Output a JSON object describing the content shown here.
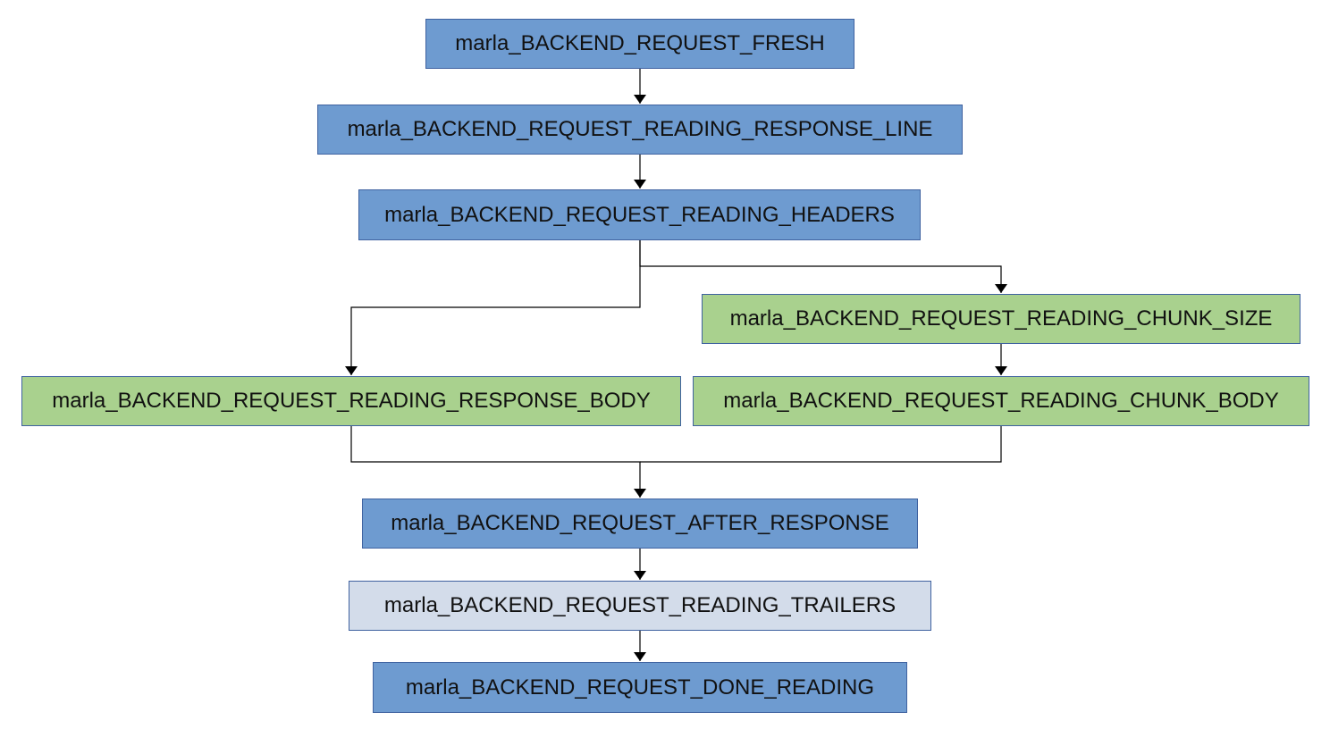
{
  "colors": {
    "primary_state": "#6e9bd0",
    "body_state": "#a9d18e",
    "optional_state": "#d3dcea",
    "edge": "#000000"
  },
  "nodes": {
    "fresh": "marla_BACKEND_REQUEST_FRESH",
    "reading_response_line": "marla_BACKEND_REQUEST_READING_RESPONSE_LINE",
    "reading_headers": "marla_BACKEND_REQUEST_READING_HEADERS",
    "reading_chunk_size": "marla_BACKEND_REQUEST_READING_CHUNK_SIZE",
    "reading_response_body": "marla_BACKEND_REQUEST_READING_RESPONSE_BODY",
    "reading_chunk_body": "marla_BACKEND_REQUEST_READING_CHUNK_BODY",
    "after_response": "marla_BACKEND_REQUEST_AFTER_RESPONSE",
    "reading_trailers": "marla_BACKEND_REQUEST_READING_TRAILERS",
    "done_reading": "marla_BACKEND_REQUEST_DONE_READING"
  }
}
